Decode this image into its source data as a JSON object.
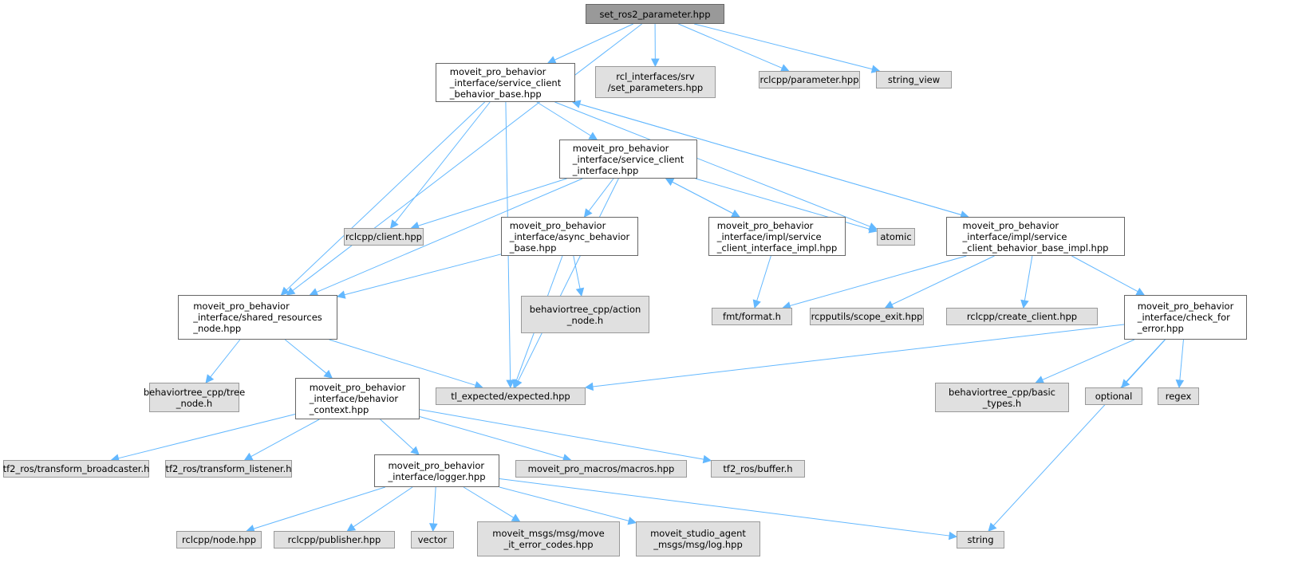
{
  "title": "set_ros2_parameter.hpp include dependency graph",
  "colors": {
    "edge": "#63b8ff",
    "root_fill": "#999999",
    "local_fill": "#ffffff",
    "system_fill": "#e0e0e0"
  },
  "nodes": [
    {
      "id": "root",
      "kind": "root",
      "label": "set_ros2_parameter.hpp"
    },
    {
      "id": "scb",
      "kind": "local",
      "label": "moveit_pro_behavior\n_interface/service_client\n_behavior_base.hpp"
    },
    {
      "id": "rcl_srv",
      "kind": "sys",
      "label": "rcl_interfaces/srv\n/set_parameters.hpp"
    },
    {
      "id": "param",
      "kind": "sys",
      "label": "rclcpp/parameter.hpp"
    },
    {
      "id": "string_view",
      "kind": "sys",
      "label": "string_view"
    },
    {
      "id": "sci",
      "kind": "local",
      "label": "moveit_pro_behavior\n_interface/service_client\n_interface.hpp"
    },
    {
      "id": "client",
      "kind": "sys",
      "label": "rclcpp/client.hpp"
    },
    {
      "id": "async",
      "kind": "local",
      "label": "moveit_pro_behavior\n_interface/async_behavior\n_base.hpp"
    },
    {
      "id": "sci_impl",
      "kind": "local",
      "label": "moveit_pro_behavior\n_interface/impl/service\n_client_interface_impl.hpp"
    },
    {
      "id": "atomic",
      "kind": "sys",
      "label": "atomic"
    },
    {
      "id": "scb_impl",
      "kind": "local",
      "label": "moveit_pro_behavior\n_interface/impl/service\n_client_behavior_base_impl.hpp"
    },
    {
      "id": "srn",
      "kind": "local",
      "label": "moveit_pro_behavior\n_interface/shared_resources\n_node.hpp"
    },
    {
      "id": "action",
      "kind": "sys",
      "label": "behaviortree_cpp/action\n_node.h"
    },
    {
      "id": "fmt",
      "kind": "sys",
      "label": "fmt/format.h"
    },
    {
      "id": "scope_exit",
      "kind": "sys",
      "label": "rcpputils/scope_exit.hpp"
    },
    {
      "id": "create_client",
      "kind": "sys",
      "label": "rclcpp/create_client.hpp"
    },
    {
      "id": "check",
      "kind": "local",
      "label": "moveit_pro_behavior\n_interface/check_for\n_error.hpp"
    },
    {
      "id": "tree_node",
      "kind": "sys",
      "label": "behaviortree_cpp/tree\n_node.h"
    },
    {
      "id": "context",
      "kind": "local",
      "label": "moveit_pro_behavior\n_interface/behavior\n_context.hpp"
    },
    {
      "id": "tl",
      "kind": "sys",
      "label": "tl_expected/expected.hpp"
    },
    {
      "id": "basic_types",
      "kind": "sys",
      "label": "behaviortree_cpp/basic\n_types.h"
    },
    {
      "id": "optional",
      "kind": "sys",
      "label": "optional"
    },
    {
      "id": "regex",
      "kind": "sys",
      "label": "regex"
    },
    {
      "id": "broadcaster",
      "kind": "sys",
      "label": "tf2_ros/transform_broadcaster.h"
    },
    {
      "id": "listener",
      "kind": "sys",
      "label": "tf2_ros/transform_listener.h"
    },
    {
      "id": "logger",
      "kind": "local",
      "label": "moveit_pro_behavior\n_interface/logger.hpp"
    },
    {
      "id": "macros",
      "kind": "sys",
      "label": "moveit_pro_macros/macros.hpp"
    },
    {
      "id": "buffer",
      "kind": "sys",
      "label": "tf2_ros/buffer.h"
    },
    {
      "id": "node",
      "kind": "sys",
      "label": "rclcpp/node.hpp"
    },
    {
      "id": "publisher",
      "kind": "sys",
      "label": "rclcpp/publisher.hpp"
    },
    {
      "id": "vector",
      "kind": "sys",
      "label": "vector"
    },
    {
      "id": "error_codes",
      "kind": "sys",
      "label": "moveit_msgs/msg/move\n_it_error_codes.hpp"
    },
    {
      "id": "agent_log",
      "kind": "sys",
      "label": "moveit_studio_agent\n_msgs/msg/log.hpp"
    },
    {
      "id": "string",
      "kind": "sys",
      "label": "string"
    }
  ],
  "edges": [
    [
      "root",
      "scb"
    ],
    [
      "root",
      "rcl_srv"
    ],
    [
      "root",
      "param"
    ],
    [
      "root",
      "string_view"
    ],
    [
      "root",
      "srn"
    ],
    [
      "scb",
      "srn"
    ],
    [
      "scb",
      "tl"
    ],
    [
      "scb",
      "client"
    ],
    [
      "scb",
      "sci"
    ],
    [
      "scb",
      "atomic"
    ],
    [
      "scb",
      "scb_impl"
    ],
    [
      "sci",
      "client"
    ],
    [
      "sci",
      "srn"
    ],
    [
      "sci",
      "async"
    ],
    [
      "sci",
      "tl"
    ],
    [
      "sci",
      "sci_impl"
    ],
    [
      "sci",
      "atomic"
    ],
    [
      "sci_impl",
      "sci"
    ],
    [
      "sci_impl",
      "fmt"
    ],
    [
      "scb_impl",
      "scb"
    ],
    [
      "scb_impl",
      "fmt"
    ],
    [
      "scb_impl",
      "scope_exit"
    ],
    [
      "scb_impl",
      "create_client"
    ],
    [
      "scb_impl",
      "check"
    ],
    [
      "async",
      "srn"
    ],
    [
      "async",
      "action"
    ],
    [
      "async",
      "tl"
    ],
    [
      "srn",
      "tree_node"
    ],
    [
      "srn",
      "context"
    ],
    [
      "srn",
      "tl"
    ],
    [
      "check",
      "tl"
    ],
    [
      "check",
      "basic_types"
    ],
    [
      "check",
      "optional"
    ],
    [
      "check",
      "regex"
    ],
    [
      "check",
      "string"
    ],
    [
      "context",
      "broadcaster"
    ],
    [
      "context",
      "listener"
    ],
    [
      "context",
      "logger"
    ],
    [
      "context",
      "macros"
    ],
    [
      "context",
      "buffer"
    ],
    [
      "logger",
      "node"
    ],
    [
      "logger",
      "publisher"
    ],
    [
      "logger",
      "vector"
    ],
    [
      "logger",
      "error_codes"
    ],
    [
      "logger",
      "agent_log"
    ],
    [
      "logger",
      "string"
    ]
  ]
}
